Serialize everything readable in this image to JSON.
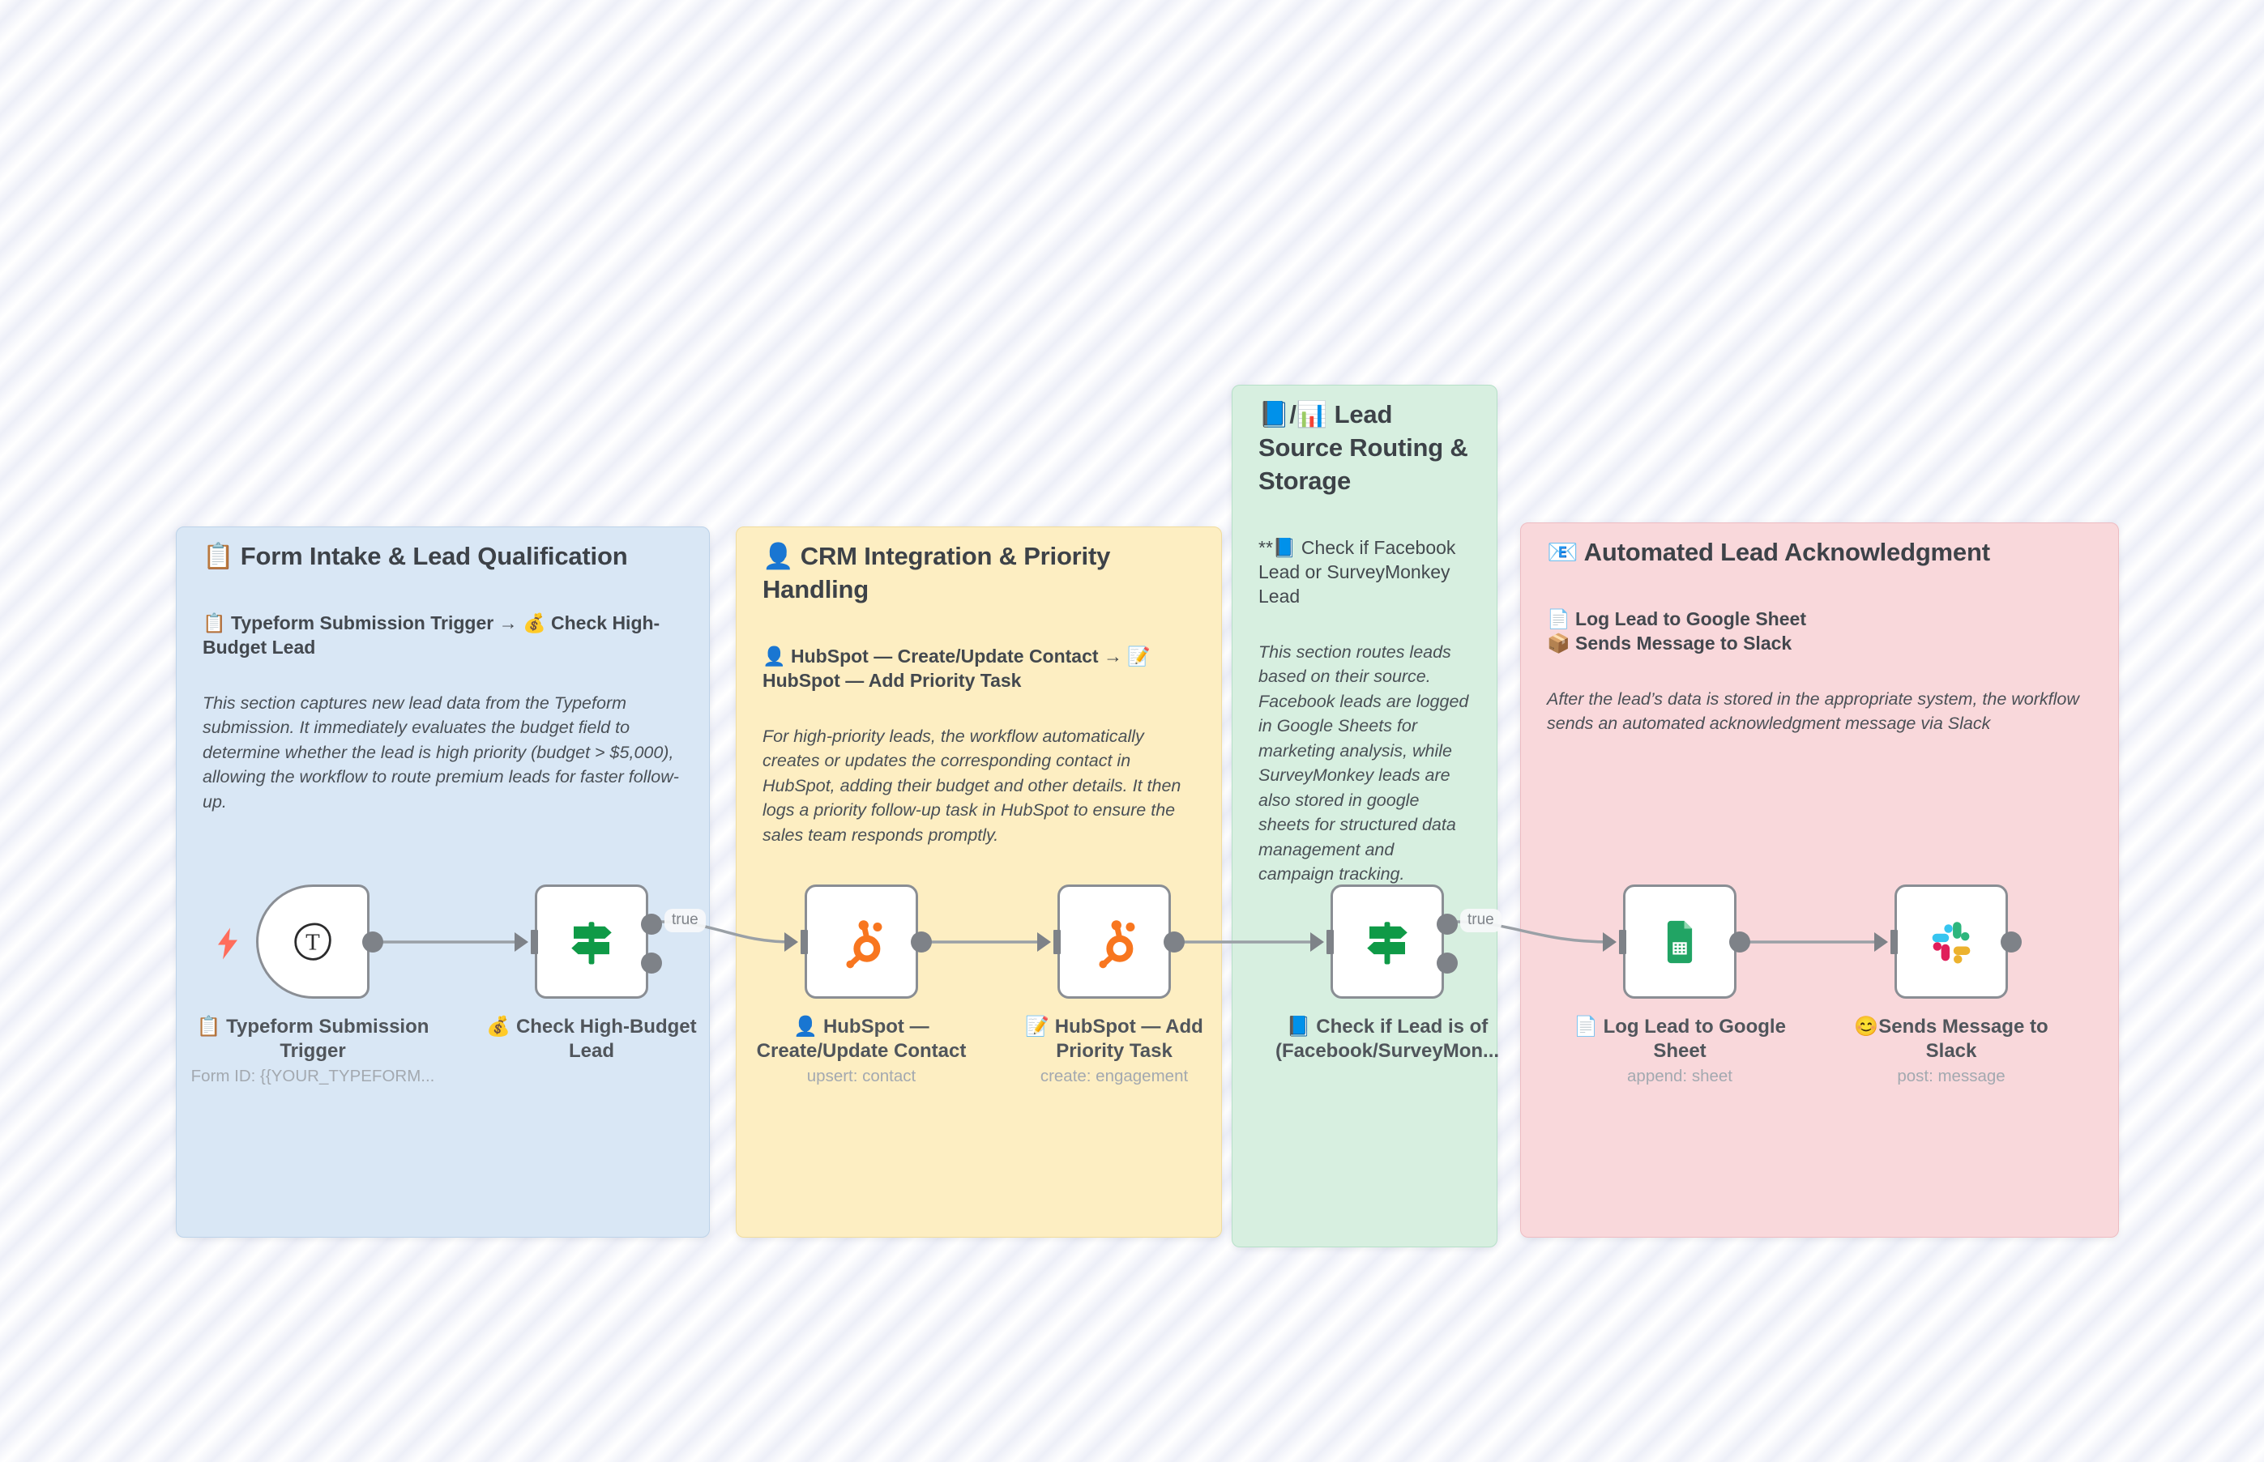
{
  "sections": [
    {
      "title": "📋 Form Intake & Lead Qualification",
      "flow": "📋 Typeform Submission Trigger → 💰 Check High-Budget Lead",
      "description": "This section captures new lead data from the Typeform submission. It immediately evaluates the budget field to determine whether the lead is high priority (budget > $5,000), allowing the workflow to route premium leads for faster follow-up."
    },
    {
      "title": "👤 CRM Integration & Priority Handling",
      "flow": "👤 HubSpot — Create/Update Contact → 📝 HubSpot — Add Priority Task",
      "description": "For high-priority leads, the workflow automatically creates or updates the corresponding contact in HubSpot, adding their budget and other details. It then logs a priority follow-up task in HubSpot to ensure the sales team responds promptly."
    },
    {
      "title": "📘/📊 Lead Source Routing & Storage",
      "flow": "**📘 Check if Facebook Lead or SurveyMonkey Lead",
      "description": "This section routes leads based on their source. Facebook leads are logged in Google Sheets for marketing analysis, while SurveyMonkey leads are also stored in google sheets for structured data management and campaign tracking."
    },
    {
      "title": "📧 Automated Lead Acknowledgment",
      "flow_line1": "📄 Log Lead to Google Sheet",
      "flow_line2": "📦 Sends Message to Slack",
      "description": "After the lead’s data is stored in the appropriate system, the workflow sends an automated acknowledgment message via Slack"
    }
  ],
  "nodes": [
    {
      "label": "📋 Typeform Submission Trigger",
      "sublabel": "Form ID: {{YOUR_TYPEFORM...",
      "icon": "typeform"
    },
    {
      "label": "💰 Check High-Budget Lead",
      "sublabel": "",
      "icon": "signpost"
    },
    {
      "label": "👤 HubSpot — Create/Update Contact",
      "sublabel": "upsert: contact",
      "icon": "hubspot"
    },
    {
      "label": "📝 HubSpot — Add Priority Task",
      "sublabel": "create: engagement",
      "icon": "hubspot"
    },
    {
      "label": "📘 Check if Lead is of (Facebook/SurveyMon...",
      "sublabel": "",
      "icon": "signpost"
    },
    {
      "label": "📄 Log Lead to Google Sheet",
      "sublabel": "append: sheet",
      "icon": "google-sheets"
    },
    {
      "label": "😊Sends Message to Slack",
      "sublabel": "post: message",
      "icon": "slack"
    }
  ],
  "connections": {
    "true_label": "true"
  },
  "colors": {
    "wire": "#9aa0a6",
    "bolt": "#ff6d5c",
    "signpost_green": "#0f9a47",
    "hubspot_orange": "#f8761f",
    "typeform_ink": "#2b2b2c",
    "sheets_green": "#21a464",
    "sheets_fold": "#8fd8b0",
    "slack_blue": "#36C5F0",
    "slack_green": "#2EB67D",
    "slack_red": "#E01E5A",
    "slack_yellow": "#ECB22E"
  }
}
